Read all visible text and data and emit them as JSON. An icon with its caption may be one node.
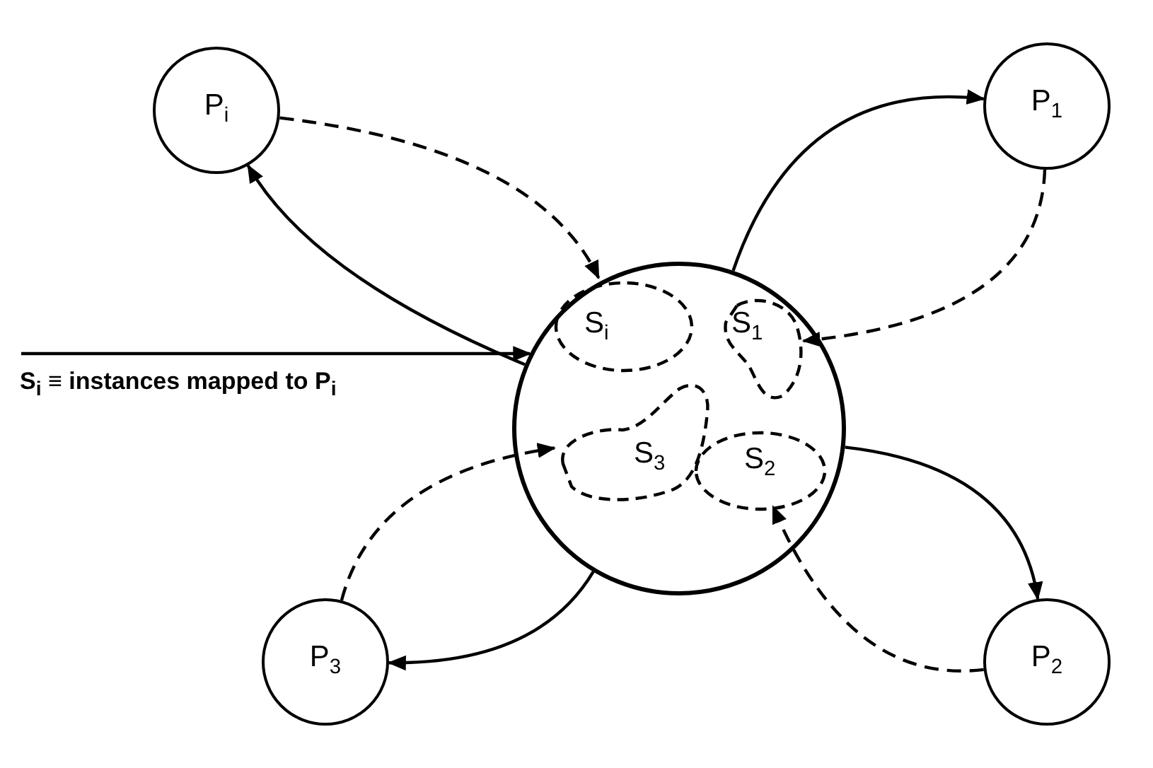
{
  "diagram": {
    "nodes": [
      {
        "text": [],
        "shape": "circle"
      },
      {
        "text": [
          "S$_{i}$"
        ],
        "in": 0
      },
      {
        "text": [
          "S$_{1}$"
        ],
        "in": 0
      },
      {
        "text": [
          "S$_{3}$"
        ],
        "in": 0
      },
      {
        "text": [
          "S$_{2}$"
        ],
        "in": 0
      },
      {
        "text": [
          "P$_{i}$"
        ]
      },
      {
        "text": [
          "P$_{1}$"
        ]
      },
      {
        "text": [
          "P$_{3}$"
        ]
      },
      {
        "text": [
          "P$_{2}$"
        ]
      }
    ],
    "edges": [
      {
        "from": 0,
        "to": 5,
        "arrow": "to"
      },
      {
        "from": 5,
        "to": 1,
        "arrow": "to",
        "style": "dashed"
      },
      {
        "from": 0,
        "to": 6,
        "arrow": "to"
      },
      {
        "from": 6,
        "to": 2,
        "arrow": "to",
        "style": "dashed"
      },
      {
        "from": 0,
        "to": 8,
        "arrow": "to"
      },
      {
        "from": 8,
        "to": 4,
        "arrow": "to",
        "style": "dashed"
      },
      {
        "from": 0,
        "to": 7,
        "arrow": "to"
      },
      {
        "from": 7,
        "to": 3,
        "arrow": "to",
        "style": "dashed"
      },
      {
        "from": null,
        "to": 0,
        "arrow": "to"
      }
    ],
    "labels": [
      "S$_{i}$ ≡ instances mapped to P$_{i}$"
    ]
  }
}
